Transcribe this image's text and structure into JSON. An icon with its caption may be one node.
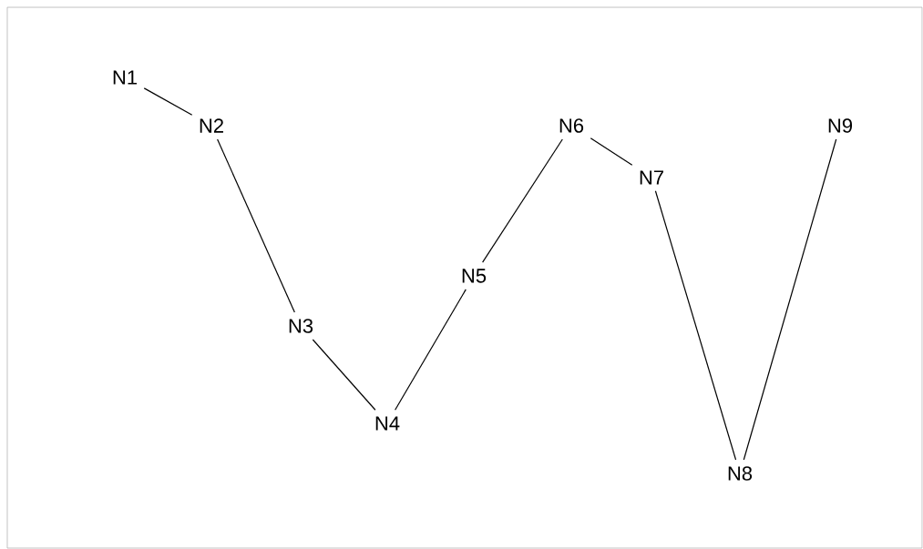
{
  "diagram": {
    "nodes": [
      {
        "text": [
          "N1"
        ]
      },
      {
        "text": [
          "N2"
        ]
      },
      {
        "text": [
          "N3"
        ]
      },
      {
        "text": [
          "N4"
        ]
      },
      {
        "text": [
          "N5"
        ]
      },
      {
        "text": [
          "N6"
        ]
      },
      {
        "text": [
          "N7"
        ]
      },
      {
        "text": [
          "N8"
        ]
      },
      {
        "text": [
          "N9"
        ]
      }
    ],
    "edges": [
      {
        "from": 0,
        "to": 1,
        "arrow": "none"
      },
      {
        "from": 1,
        "to": 2,
        "arrow": "none"
      },
      {
        "from": 2,
        "to": 3,
        "arrow": "none"
      },
      {
        "from": 3,
        "to": 4,
        "arrow": "none"
      },
      {
        "from": 4,
        "to": 5,
        "arrow": "none"
      },
      {
        "from": 5,
        "to": 6,
        "arrow": "none"
      },
      {
        "from": 6,
        "to": 7,
        "arrow": "none"
      },
      {
        "from": 7,
        "to": 8,
        "arrow": "none"
      }
    ]
  }
}
